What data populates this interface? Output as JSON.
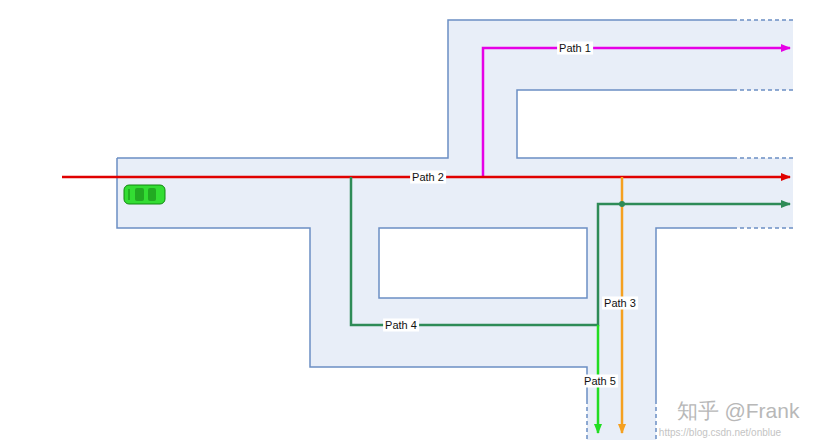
{
  "diagram": {
    "labels": [
      "Path 1",
      "Path 2",
      "Path 3",
      "Path 4",
      "Path 5",
      "知乎 @Frank",
      "https://blog.csdn.net/onblue"
    ]
  }
}
